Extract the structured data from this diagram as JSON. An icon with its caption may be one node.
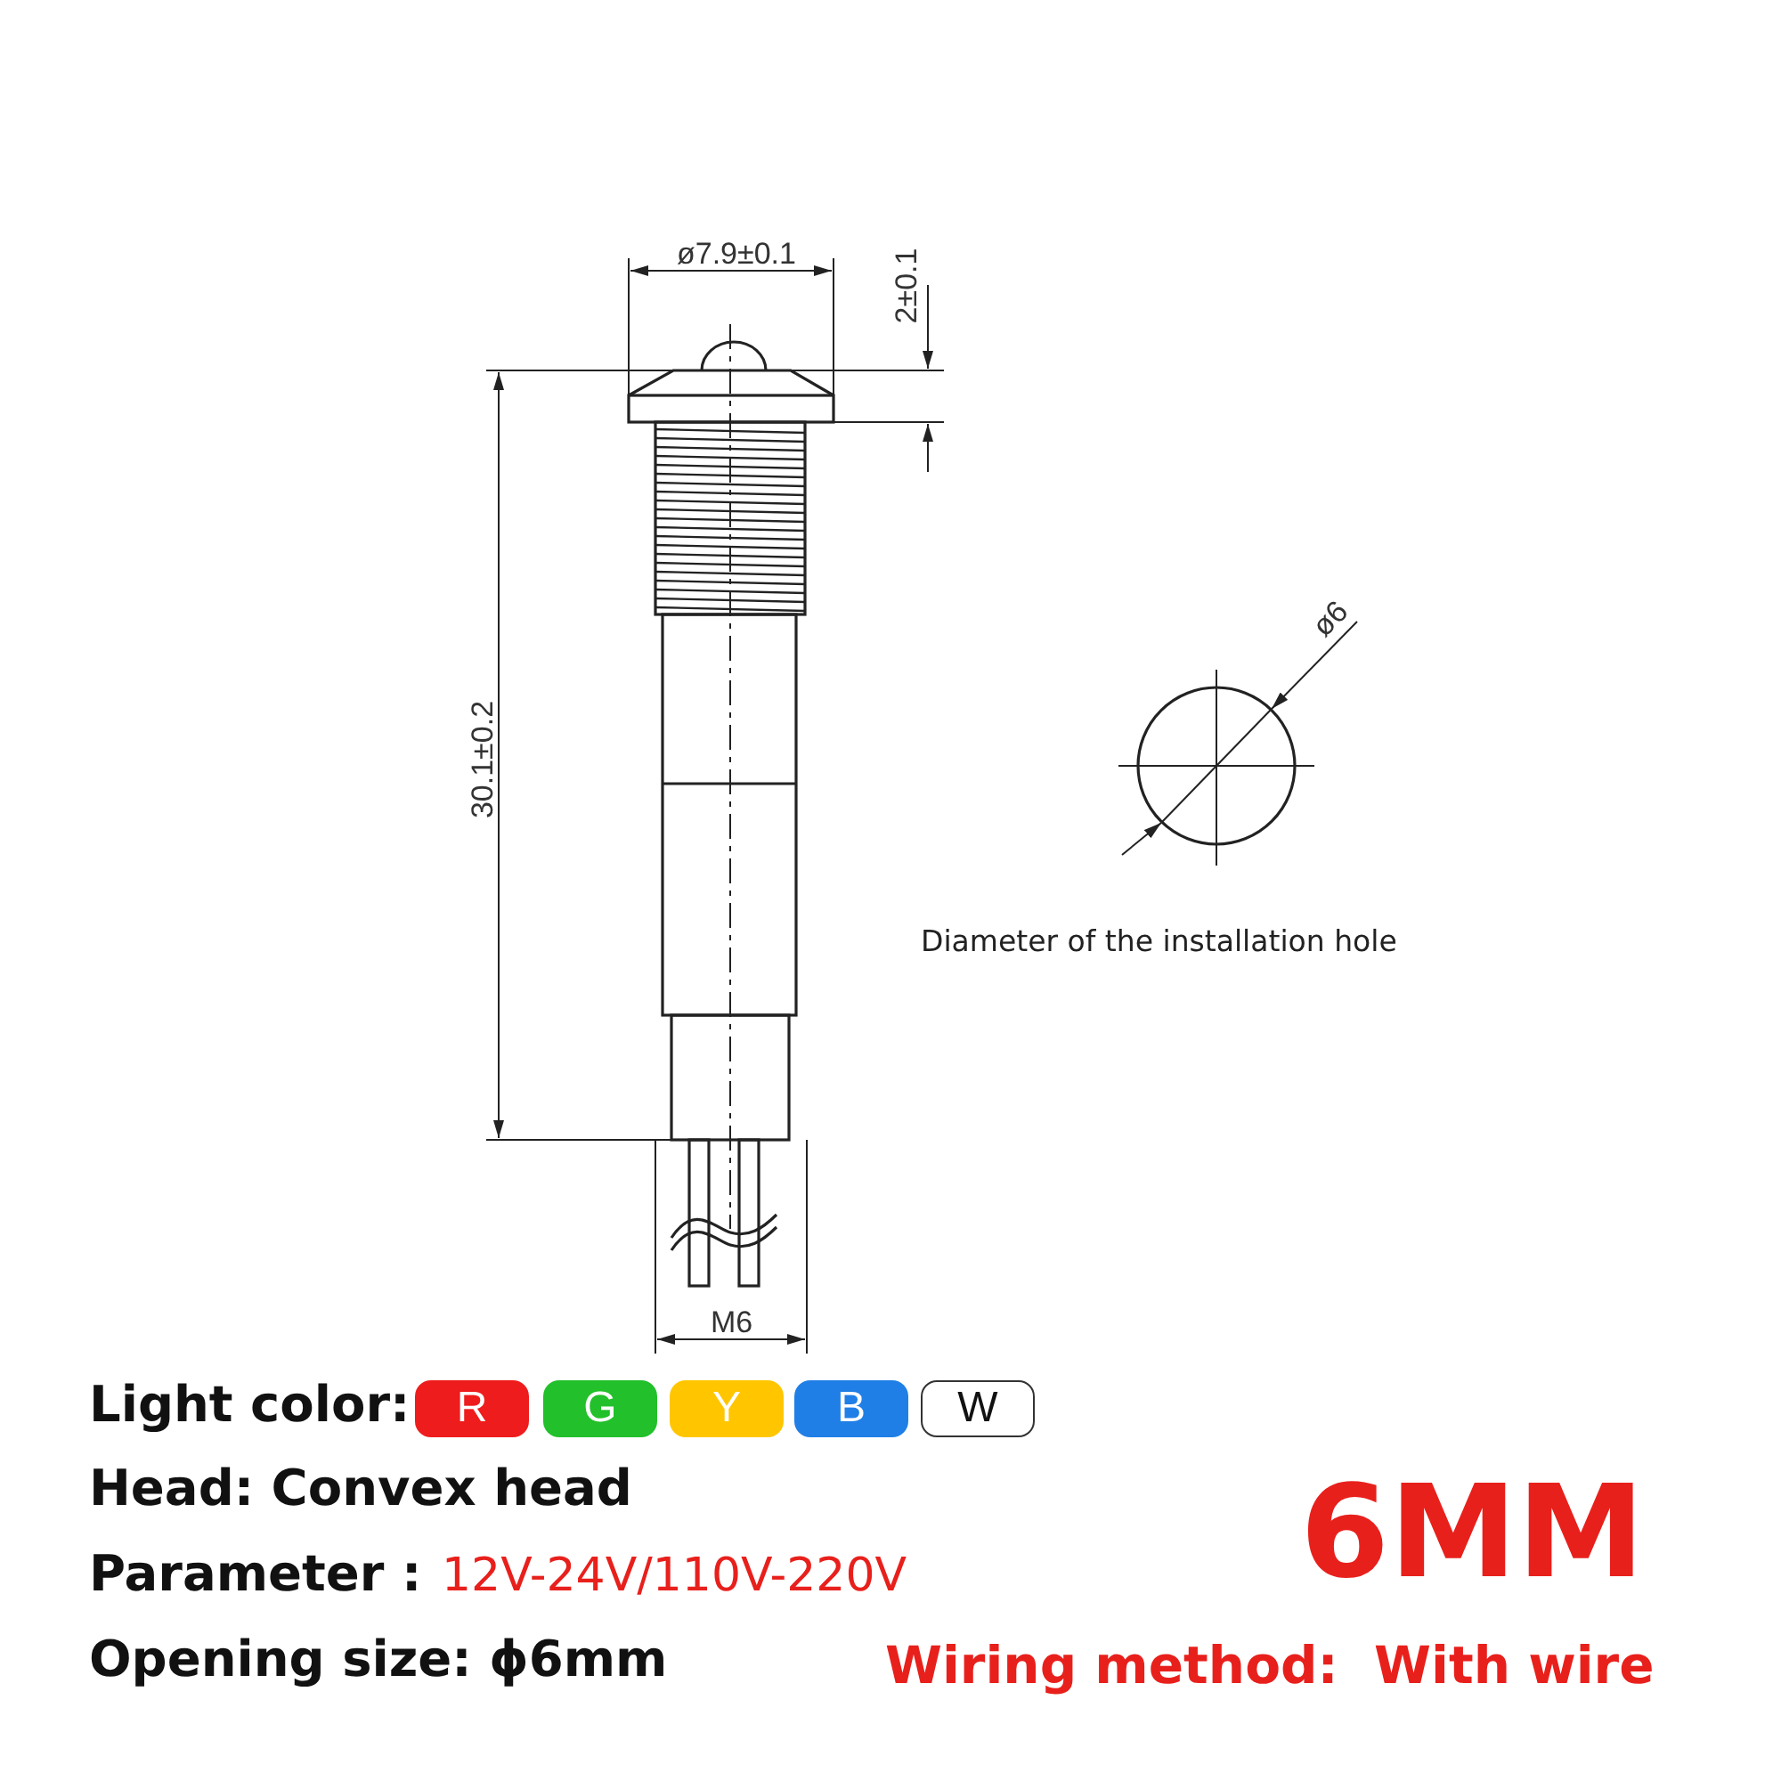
{
  "diagram": {
    "labels": [
      "ø7.9±0.1",
      "2±0.1",
      "30.1±0.2",
      "ø6",
      "Diameter of the installation hole",
      "M6",
      "Light color:",
      "Head: Convex head",
      "6MM",
      "Parameter :",
      "12V-24V/110V-220V",
      "Opening size: ϕ6mm",
      "Wiring method:  With wire"
    ],
    "legend": [
      {
        "text": "R",
        "color": "#ee1c1c"
      },
      {
        "text": "G",
        "color": "#22c02a"
      },
      {
        "text": "Y",
        "color": "#ffc600"
      },
      {
        "text": "B",
        "color": "#1f7fe6"
      },
      {
        "text": "W",
        "color": "#ffffff"
      }
    ]
  }
}
